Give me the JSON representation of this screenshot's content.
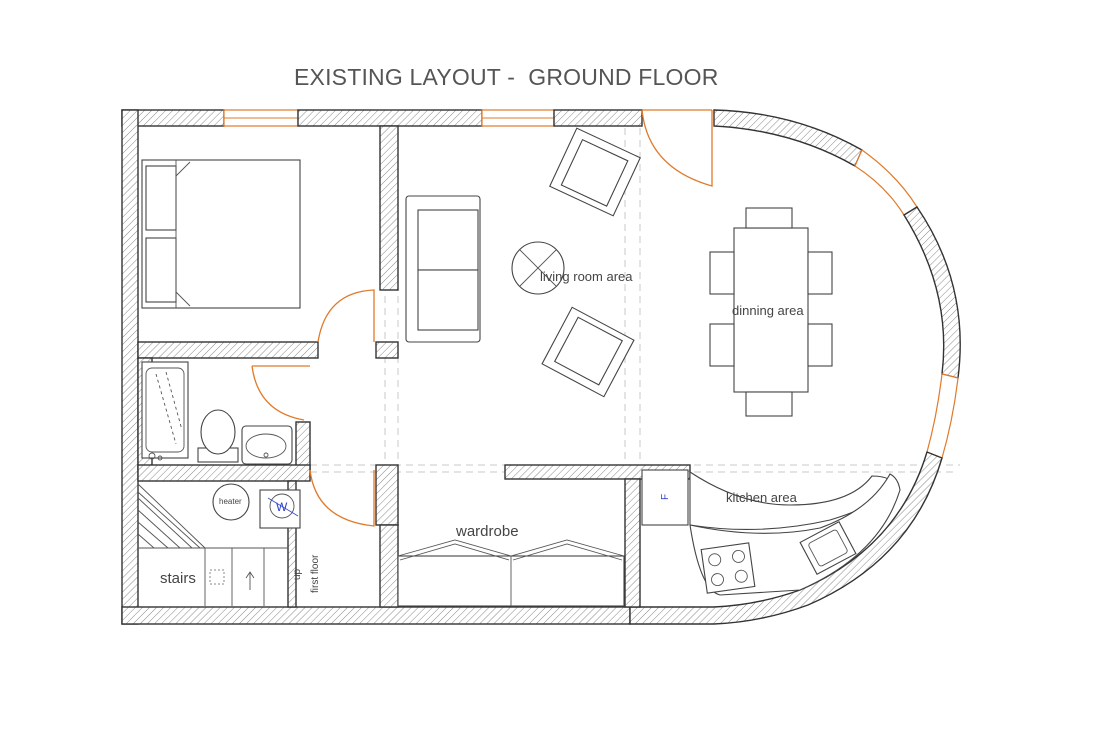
{
  "title": "EXISTING LAYOUT -  GROUND FLOOR",
  "rooms": {
    "living": "living room area",
    "dining": "dinning area",
    "kitchen": "kitchen area",
    "wardrobe": "wardrobe",
    "stairs": "stairs",
    "heater": "heater",
    "washer": "W",
    "fridge": "F",
    "stair_note_1": "up",
    "stair_note_2": "first floor"
  },
  "colors": {
    "door_swing": "#e07a2a",
    "lines": "#444444",
    "dashed_zones": "#c8c8c8",
    "washer_mark": "#3344cc"
  }
}
